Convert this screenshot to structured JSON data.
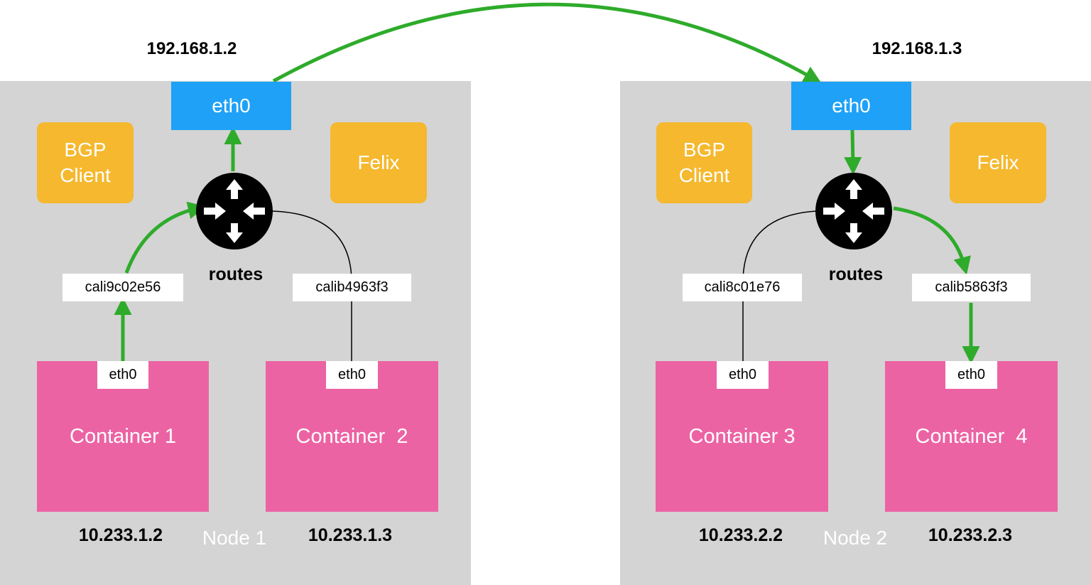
{
  "colors": {
    "node_bg": "#d4d4d4",
    "eth": "#1ea1f7",
    "agent": "#f5b82e",
    "container": "#ec63a4",
    "arrow": "#2eab2a"
  },
  "nodes": [
    {
      "label": "Node 1",
      "host_ip": "192.168.1.2",
      "host_eth": "eth0",
      "bgp_client": "BGP\nClient",
      "felix": "Felix",
      "routes_label": "routes",
      "router_icon": "router-icon",
      "veths": [
        "cali9c02e56",
        "calib4963f3"
      ],
      "containers": [
        {
          "name": "Container 1",
          "eth": "eth0",
          "ip": "10.233.1.2"
        },
        {
          "name": "Container  2",
          "eth": "eth0",
          "ip": "10.233.1.3"
        }
      ]
    },
    {
      "label": "Node 2",
      "host_ip": "192.168.1.3",
      "host_eth": "eth0",
      "bgp_client": "BGP\nClient",
      "felix": "Felix",
      "routes_label": "routes",
      "router_icon": "router-icon",
      "veths": [
        "cali8c01e76",
        "calib5863f3"
      ],
      "containers": [
        {
          "name": "Container 3",
          "eth": "eth0",
          "ip": "10.233.2.2"
        },
        {
          "name": "Container  4",
          "eth": "eth0",
          "ip": "10.233.2.3"
        }
      ]
    }
  ]
}
